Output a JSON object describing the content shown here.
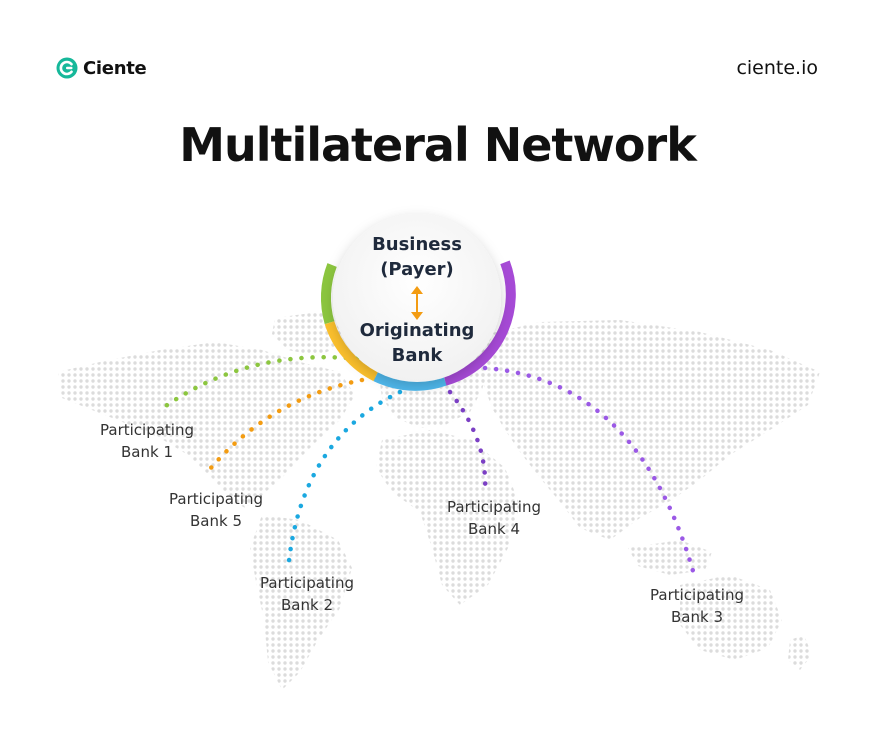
{
  "brand": {
    "name": "Ciente",
    "url": "ciente.io",
    "logo_color": "#16b89a"
  },
  "title": "Multilateral Network",
  "hub": {
    "line1": "Business",
    "line2": "(Payer)",
    "line3": "Originating",
    "line4": "Bank",
    "arrow_color": "#f39c12"
  },
  "banks": [
    {
      "line1": "Participating",
      "line2": "Bank 1",
      "color": "#8cc63f"
    },
    {
      "line1": "Participating",
      "line2": "Bank 5",
      "color": "#f39c12"
    },
    {
      "line1": "Participating",
      "line2": "Bank 2",
      "color": "#1ba8e0"
    },
    {
      "line1": "Participating",
      "line2": "Bank 4",
      "color": "#7b3fc4"
    },
    {
      "line1": "Participating",
      "line2": "Bank 3",
      "color": "#9b59e6"
    }
  ]
}
